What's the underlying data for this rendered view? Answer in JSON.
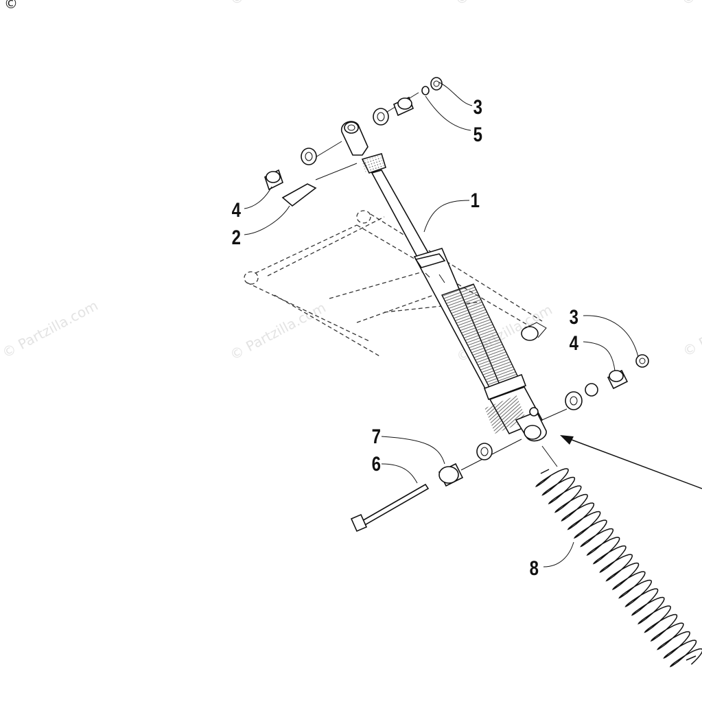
{
  "copyright_symbol": "©",
  "watermark": "© Partzilla.com",
  "callouts": {
    "c1": "1",
    "c2": "2",
    "c3_top": "3",
    "c3_right": "3",
    "c4_left": "4",
    "c4_right": "4",
    "c5": "5",
    "c6": "6",
    "c7": "7",
    "c8": "8"
  },
  "icons": {
    "shock": "shock-absorber-icon",
    "spring": "coil-spring-icon"
  }
}
